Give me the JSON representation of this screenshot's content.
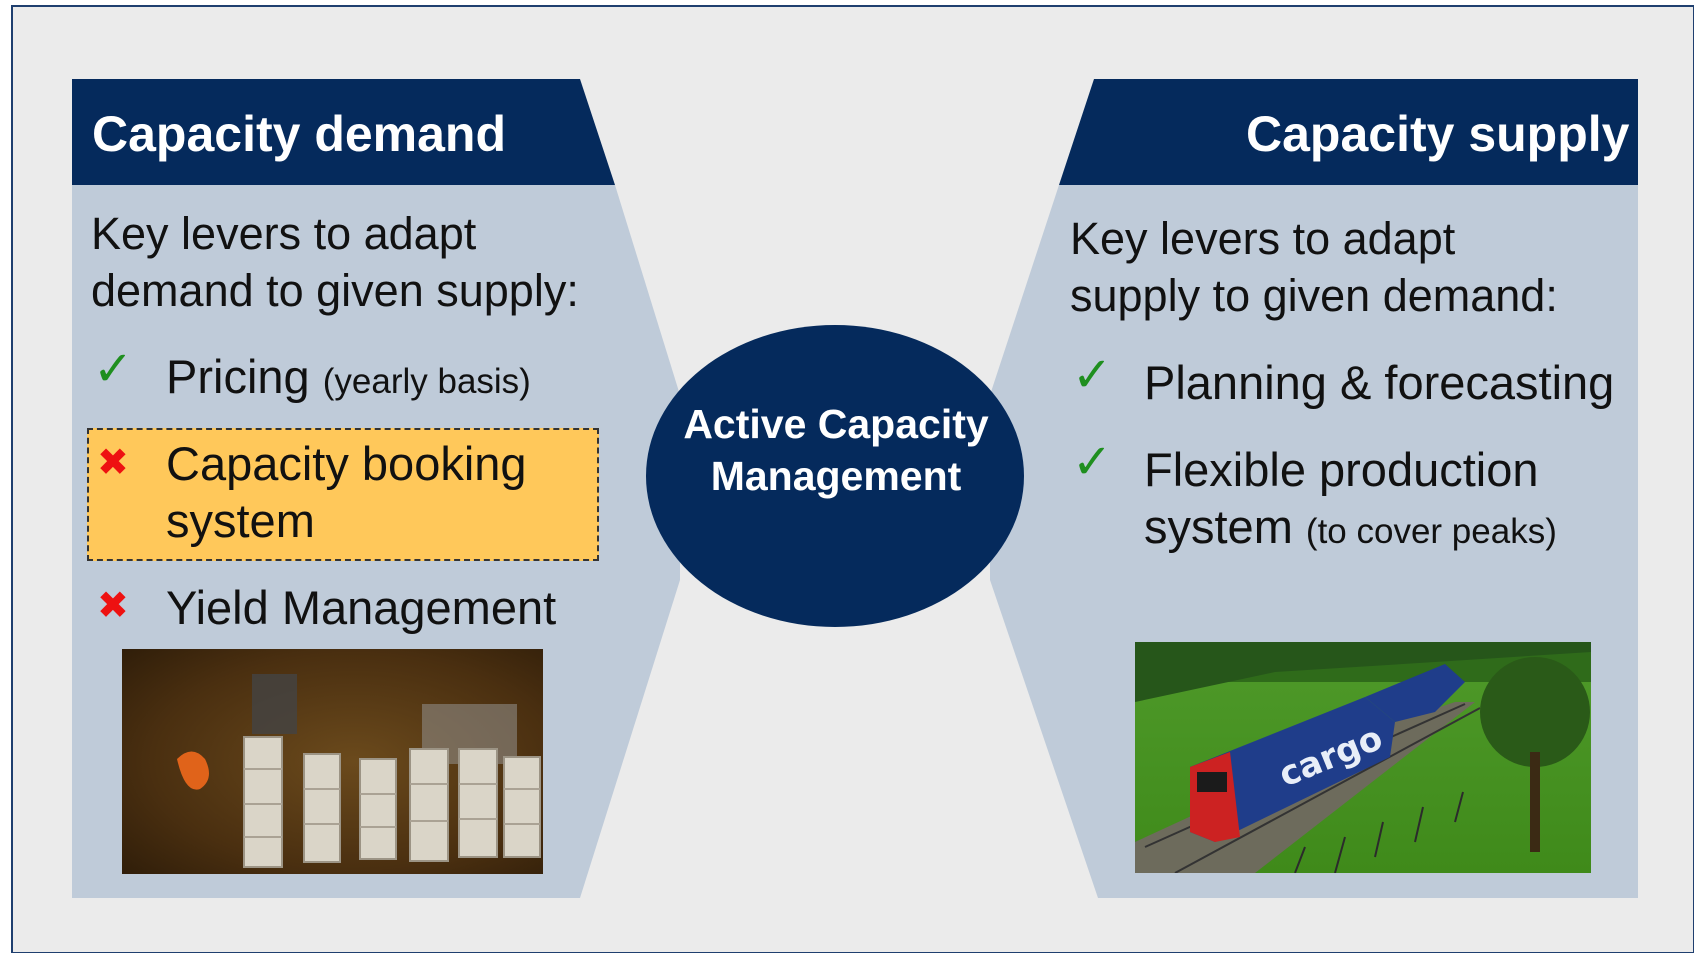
{
  "left_panel": {
    "header": "Capacity demand",
    "intro_line1": "Key levers to adapt",
    "intro_line2": "demand to given supply:",
    "items": [
      {
        "status": "check-icon",
        "text": "Pricing",
        "note": "(yearly basis)"
      },
      {
        "status": "cross-icon",
        "text_line1": "Capacity booking",
        "text_line2": "system",
        "highlighted": true
      },
      {
        "status": "cross-icon",
        "text": "Yield Management"
      }
    ]
  },
  "right_panel": {
    "header": "Capacity supply",
    "intro_line1": "Key levers to adapt",
    "intro_line2": "supply to given demand:",
    "items": [
      {
        "status": "check-icon",
        "text": "Planning & forecasting"
      },
      {
        "status": "check-icon",
        "text_line1": "Flexible production",
        "text_line2": "system",
        "note": "(to cover peaks)"
      }
    ]
  },
  "center": {
    "text": "Active Capacity Management"
  },
  "photo_right": {
    "lettering": "cargo"
  },
  "colors": {
    "navy": "#052a5c",
    "panel": "#bfcbd9",
    "background": "#ebebeb",
    "highlight": "#ffc85a",
    "check": "#1f8f1f",
    "cross": "#ee1111"
  }
}
